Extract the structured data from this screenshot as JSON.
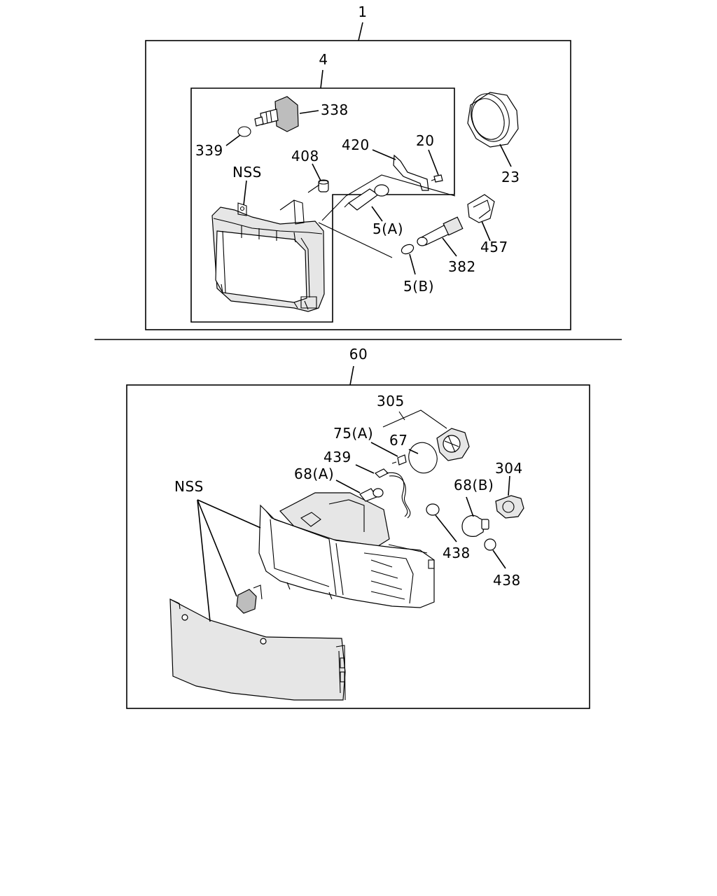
{
  "top_assembly": {
    "number": "1",
    "sub_assembly_number": "4",
    "callouts": {
      "p338": "338",
      "p339": "339",
      "p408": "408",
      "nss": "NSS",
      "p420": "420",
      "p20": "20",
      "p23": "23",
      "p5a": "5(A)",
      "p5b": "5(B)",
      "p457": "457",
      "p382": "382"
    }
  },
  "bottom_assembly": {
    "number": "60",
    "callouts": {
      "p305": "305",
      "p75a": "75(A)",
      "p67": "67",
      "p439": "439",
      "p68a": "68(A)",
      "p304": "304",
      "nss": "NSS",
      "p68b": "68(B)",
      "p438a": "438",
      "p438b": "438"
    }
  }
}
